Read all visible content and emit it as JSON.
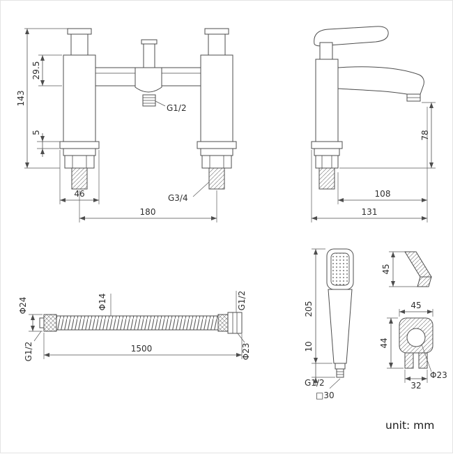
{
  "drawing": {
    "front_view": {
      "height_total": "143",
      "height_upper": "29.5",
      "height_gap": "5",
      "pillar_width": "46",
      "shower_outlet_thread": "G1/2",
      "inlet_thread": "G3/4",
      "pillar_spacing": "180"
    },
    "side_view": {
      "spout_height": "78",
      "spout_reach": "108",
      "overall_depth": "131"
    },
    "hose": {
      "outer_diameter": "Φ24",
      "hose_diameter": "Φ14",
      "top_thread": "G1/2",
      "bottom_thread": "G1/2",
      "length": "1500",
      "nut_diameter": "Φ23"
    },
    "hand_shower": {
      "length": "205",
      "thread_length": "10",
      "thread": "G1/2",
      "head_square": "□30"
    },
    "bracket": {
      "top_depth": "45",
      "width": "45",
      "height": "44",
      "base_width": "32",
      "hole_diameter": "Φ23"
    },
    "unit_label": "unit: mm"
  }
}
